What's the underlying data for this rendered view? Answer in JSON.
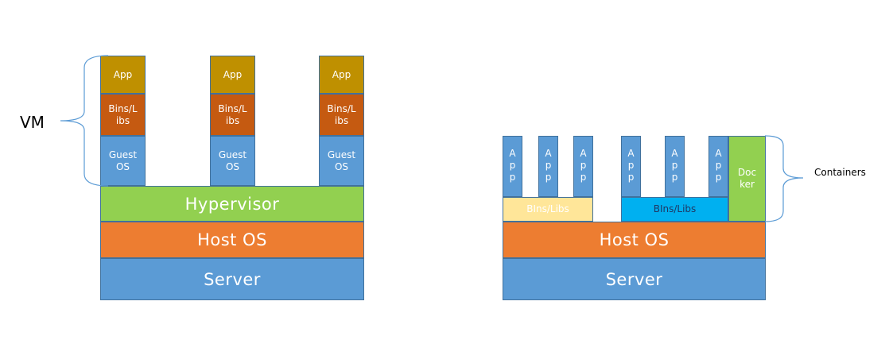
{
  "vm_stack": {
    "side_label": "VM",
    "vms": [
      {
        "app": "App",
        "bins": "Bins/L ibs",
        "guest": "Guest OS"
      },
      {
        "app": "App",
        "bins": "Bins/L ibs",
        "guest": "Guest OS"
      },
      {
        "app": "App",
        "bins": "Bins/L ibs",
        "guest": "Guest OS"
      }
    ],
    "hypervisor": "Hypervisor",
    "host_os": "Host OS",
    "server": "Server"
  },
  "container_stack": {
    "side_label": "Containers",
    "apps": [
      "App",
      "App",
      "App",
      "App",
      "App",
      "App"
    ],
    "bins_left": "BIns/Libs",
    "bins_right": "BIns/Libs",
    "docker": "Doc ker",
    "host_os": "Host OS",
    "server": "Server"
  },
  "colors": {
    "server": "#5b9bd5",
    "host_os": "#ed7d31",
    "hypervisor": "#92d050",
    "app": "#bf9000",
    "bins": "#c55a11",
    "guest_os": "#5b9bd5",
    "bins_left_container": "#ffe699",
    "bins_right_container": "#00b0f0",
    "docker": "#92d050",
    "brace": "#5b9bd5"
  }
}
